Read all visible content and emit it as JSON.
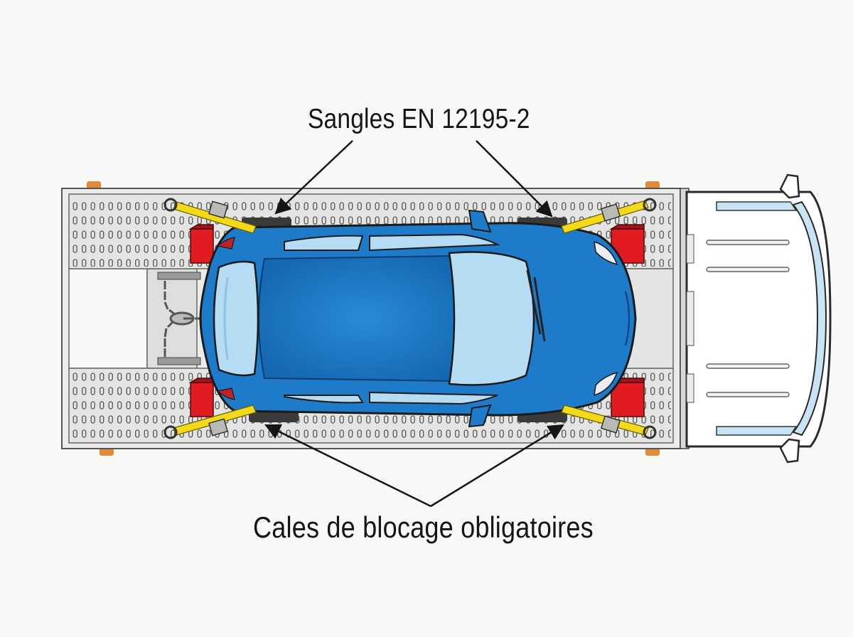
{
  "labels": {
    "straps": "Sangles EN 12195-2",
    "chocks": "Cales de blocage obligatoires"
  },
  "colors": {
    "background": "#f8f8f6",
    "platform": "#e9e9e7",
    "car_body": "#1d7bc9",
    "glass": "#b5dcf2",
    "chock": "#e21b23",
    "strap": "#f2da1a",
    "cab": "#ffffff",
    "outline": "#2a2a2a"
  },
  "icons": [
    "tow-truck-platform",
    "car-top-view",
    "wheel-chock",
    "ratchet-strap",
    "truck-cab",
    "chain"
  ]
}
